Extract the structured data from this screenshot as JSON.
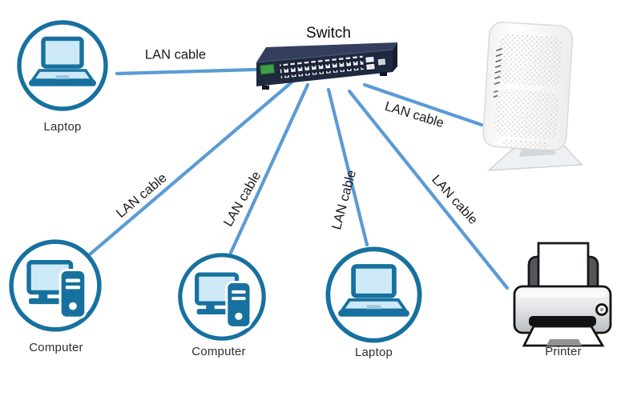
{
  "diagram_title": "",
  "switch": {
    "label": "Switch"
  },
  "devices": {
    "laptop_top": {
      "label": "Laptop"
    },
    "computer_left": {
      "label": "Computer"
    },
    "computer_middle": {
      "label": "Computer"
    },
    "laptop_bottom": {
      "label": "Laptop"
    },
    "printer": {
      "label": "Printer"
    }
  },
  "cables": [
    {
      "from": "laptop_top",
      "to": "switch",
      "label": "LAN cable"
    },
    {
      "from": "switch",
      "to": "computer_left",
      "label": "LAN cable"
    },
    {
      "from": "switch",
      "to": "computer_middle",
      "label": "LAN cable"
    },
    {
      "from": "switch",
      "to": "laptop_bottom",
      "label": "LAN cable"
    },
    {
      "from": "switch",
      "to": "printer",
      "label": "LAN cable"
    },
    {
      "from": "switch",
      "to": "router",
      "label": "LAN cable"
    }
  ],
  "colors": {
    "cable_blue": "#5b9bd5",
    "icon_blue": "#17719f",
    "icon_light_blue": "#cde9f8",
    "switch_body": "#1f2940",
    "switch_tag_green": "#3f9f46"
  }
}
